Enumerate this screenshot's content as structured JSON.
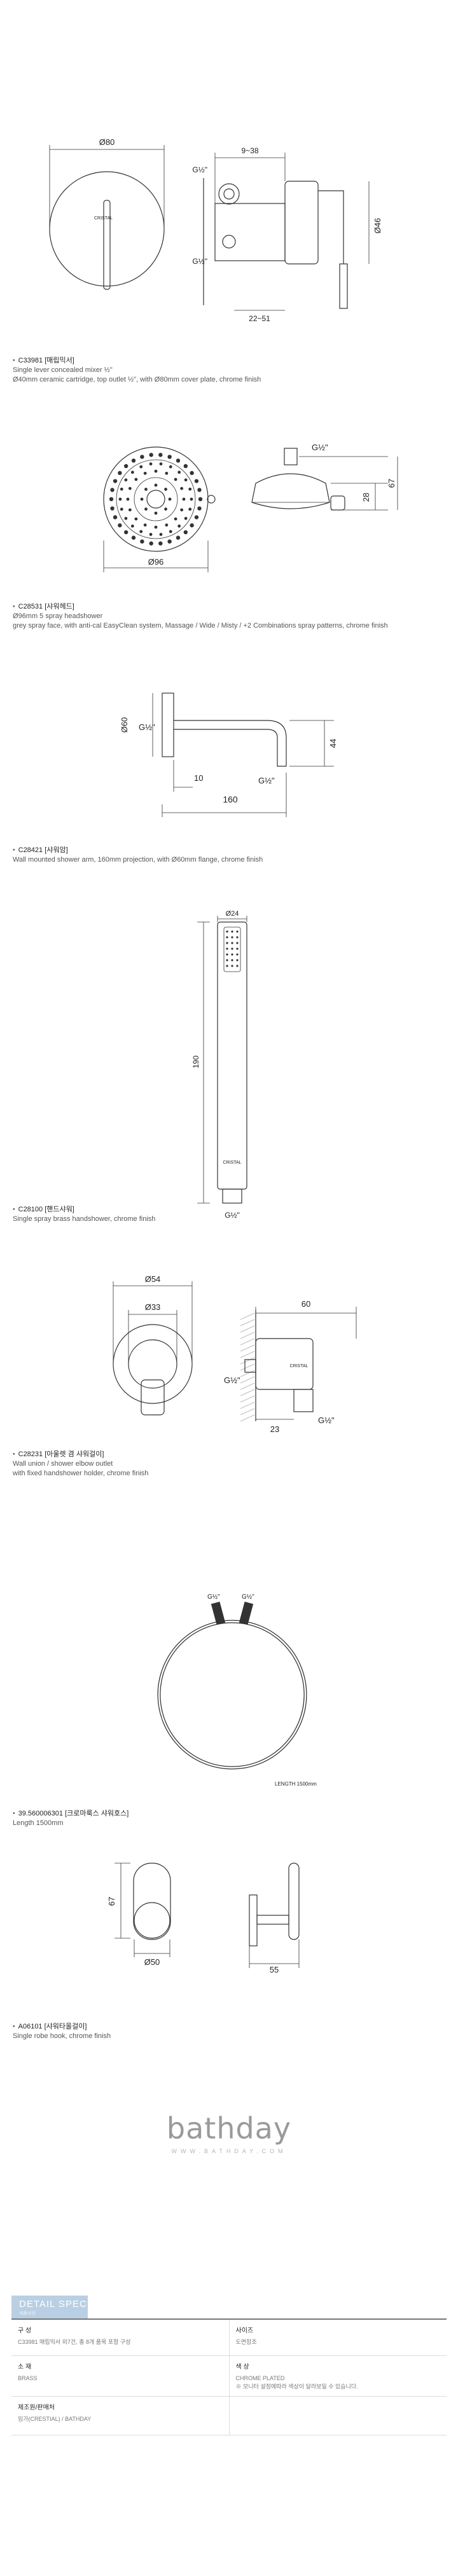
{
  "products": [
    {
      "code": "C33981 [매립믹서]",
      "desc": [
        "Single lever concealed mixer ½\"",
        "Ø40mm ceramic cartridge, top outlet ½\", with Ø80mm cover plate, chrome finish"
      ],
      "dims": {
        "d1": "Ø80",
        "d2": "9~38",
        "d3": "G½\"",
        "d4": "G½\"",
        "d5": "Ø46",
        "d6": "22~51"
      }
    },
    {
      "code": "C28531 [샤워헤드]",
      "desc": [
        "Ø96mm 5 spray headshower",
        "grey spray face, with anti-cal EasyClean system, Massage / Wide / Misty / +2 Combinations spray patterns, chrome finish"
      ],
      "dims": {
        "d1": "Ø96",
        "d2": "G½\"",
        "d3": "28",
        "d4": "67"
      }
    },
    {
      "code": "C28421 [샤워암]",
      "desc": [
        "Wall mounted shower arm, 160mm projection, with Ø60mm flange, chrome finish"
      ],
      "dims": {
        "d1": "Ø60",
        "d2": "G½\"",
        "d3": "44",
        "d4": "10",
        "d5": "G½\"",
        "d6": "160"
      }
    },
    {
      "code": "C28100 [핸드샤워]",
      "desc": [
        "Single spray brass handshower, chrome finish"
      ],
      "dims": {
        "d1": "Ø24",
        "d2": "190",
        "d3": "G½\""
      }
    },
    {
      "code": "C28231 [아울렛 겸 샤워걸이]",
      "desc": [
        "Wall union / shower elbow outlet",
        "with fixed handshower holder, chrome finish"
      ],
      "dims": {
        "d1": "Ø54",
        "d2": "Ø33",
        "d3": "60",
        "d4": "G½\"",
        "d5": "23",
        "d6": "G½\""
      }
    },
    {
      "code": "39.560006301 [크로마룩스 샤워호스]",
      "desc": [
        "Length 1500mm"
      ],
      "dims": {
        "d1": "G½\"",
        "d2": "G½\"",
        "d3": "LENGTH 1500mm"
      }
    },
    {
      "code": "A06101 [샤워타올걸이]",
      "desc": [
        "Single robe hook, chrome finish"
      ],
      "dims": {
        "d1": "67",
        "d2": "Ø50",
        "d3": "55"
      }
    }
  ],
  "brand": {
    "logo_text": "bathday",
    "url": "WWW.BATHDAY.COM",
    "cover_mark": "CRISTAL"
  },
  "spec": {
    "title": "DETAIL SPEC",
    "subtitle": "제품사양",
    "rows": [
      [
        {
          "label": "구 성",
          "value": "C33981 매립믹서 외7건, 총 8개 품목 포함 구성"
        },
        {
          "label": "사이즈",
          "value": "도면참조"
        }
      ],
      [
        {
          "label": "소 재",
          "value": "BRASS"
        },
        {
          "label": "색 상",
          "value": "CHROME PLATED",
          "note": "※ 모니터 설정에따라 색상이 달라보일 수 있습니다."
        }
      ],
      [
        {
          "label": "제조원/판매처",
          "value": "임가(CRESTIAL) / BATHDAY"
        },
        {
          "label": "",
          "value": ""
        }
      ]
    ]
  }
}
